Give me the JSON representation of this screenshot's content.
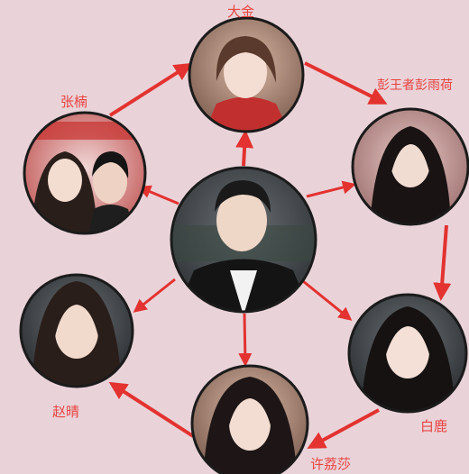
{
  "center": {
    "portrait_icon": "man-portrait-icon"
  },
  "people": [
    {
      "id": "dajin",
      "name": "大金",
      "portrait_icon": "woman-portrait-icon"
    },
    {
      "id": "pengwangzhe",
      "name": "彭王者彭雨荷",
      "portrait_icon": "woman-portrait-icon"
    },
    {
      "id": "bailu",
      "name": "白鹿",
      "portrait_icon": "woman-portrait-icon"
    },
    {
      "id": "xulisha",
      "name": "许荔莎",
      "portrait_icon": "woman-portrait-icon"
    },
    {
      "id": "zhaoqing",
      "name": "赵晴",
      "portrait_icon": "woman-portrait-icon"
    },
    {
      "id": "zhangnan",
      "name": "张楠",
      "portrait_icon": "couple-photo-icon"
    }
  ],
  "colors": {
    "background": "#e9d3d9",
    "arrow": "#e3322f",
    "label": "#e8433f",
    "ring": "#1b1b1b"
  }
}
